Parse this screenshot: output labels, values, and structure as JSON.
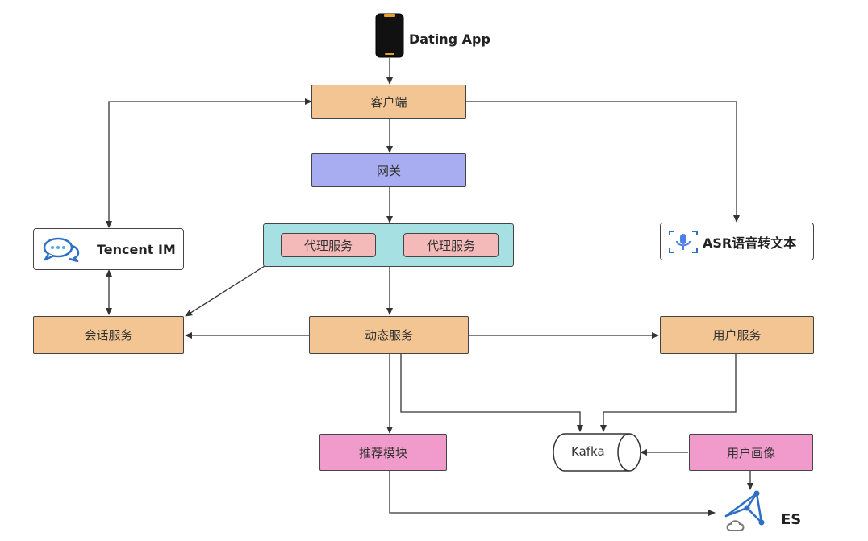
{
  "app": {
    "label": "Dating App"
  },
  "nodes": {
    "client": "客户端",
    "gateway": "网关",
    "proxy_a": "代理服务",
    "proxy_b": "代理服务",
    "tencent_im": "Tencent IM",
    "asr": "ASR语音转文本",
    "session": "会话服务",
    "dynamic": "动态服务",
    "user": "用户服务",
    "recommend": "推荐模块",
    "kafka": "Kafka",
    "profile": "用户画像",
    "es": "ES"
  },
  "colors": {
    "orange": "#f3c592",
    "purple": "#a8acf1",
    "pink": "#f09bcb",
    "teal": "#a6e0e3",
    "proxy": "#f4b9b9"
  }
}
